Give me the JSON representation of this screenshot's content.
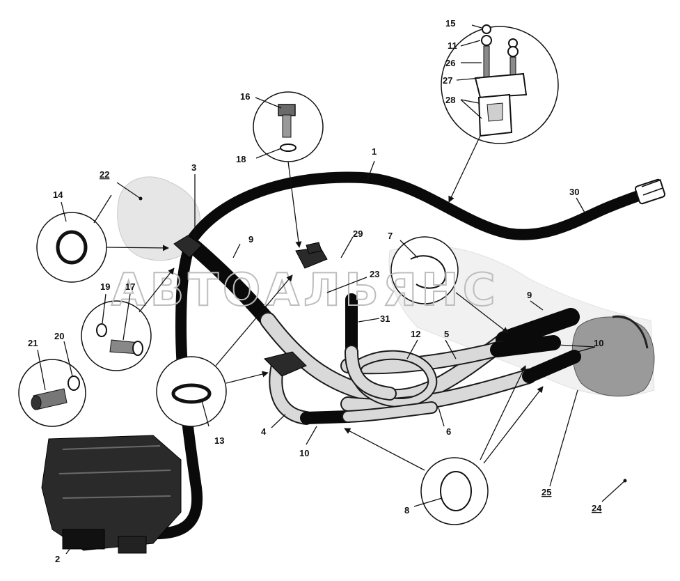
{
  "watermark": "АВТОАЛЬЯНС",
  "labels": {
    "l1": "1",
    "l2": "2",
    "l3": "3",
    "l4": "4",
    "l5": "5",
    "l6": "6",
    "l7": "7",
    "l8": "8",
    "l9a": "9",
    "l9b": "9",
    "l10a": "10",
    "l10b": "10",
    "l11": "11",
    "l12": "12",
    "l13": "13",
    "l14": "14",
    "l15": "15",
    "l16": "16",
    "l17": "17",
    "l18": "18",
    "l19": "19",
    "l20": "20",
    "l21": "21",
    "l22": "22",
    "l23": "23",
    "l24": "24",
    "l25": "25",
    "l26": "26",
    "l27": "27",
    "l28": "28",
    "l29": "29",
    "l30": "30",
    "l31": "31"
  }
}
